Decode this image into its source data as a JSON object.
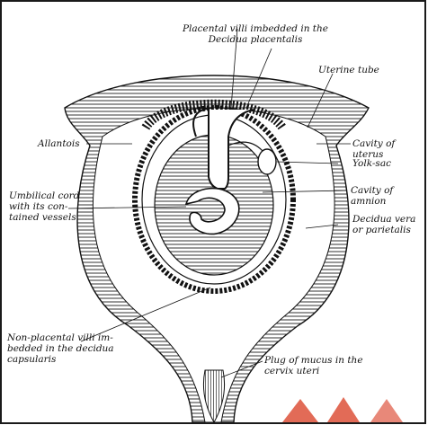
{
  "figure": {
    "labels": {
      "placental_villi": "Placental villi imbedded in the\nDecidua placentalis",
      "uterine_tube": "Uterine tube",
      "allantois": "Allantois",
      "cavity_of_uterus": "Cavity of uterus",
      "yolk_sac": "Yolk-sac",
      "umbilical_cord": "Umbilical cord\nwith its con-\ntained vessels",
      "cavity_of_amnion": "Cavity of amnion",
      "decidua_vera": "Decidua vera\nor parietalis",
      "non_placental_villi": "Non-placental villi im-\nbedded in the decidua\ncapsularis",
      "plug_of_mucus": "Plug of mucus in the\ncervix uteri"
    }
  },
  "colors": {
    "ink": "#111111",
    "watermark": "#d8391f"
  }
}
